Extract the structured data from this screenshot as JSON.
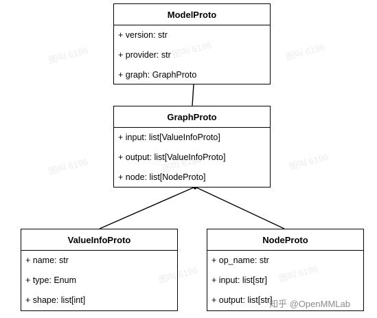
{
  "classes": {
    "model": {
      "name": "ModelProto",
      "attrs": [
        "+ version: str",
        "+ provider: str",
        "+ graph: GraphProto"
      ]
    },
    "graph": {
      "name": "GraphProto",
      "attrs": [
        "+ input: list[ValueInfoProto]",
        "+ output: list[ValueInfoProto]",
        "+ node: list[NodeProto]"
      ]
    },
    "valueinfo": {
      "name": "ValueInfoProto",
      "attrs": [
        "+ name: str",
        "+ type: Enum",
        "+ shape: list[int]"
      ]
    },
    "node": {
      "name": "NodeProto",
      "attrs": [
        "+ op_name: str",
        "+ input: list[str]",
        "+ output: list[str]"
      ]
    }
  },
  "relations": [
    {
      "from": "ModelProto",
      "to": "GraphProto",
      "type": "association"
    },
    {
      "from": "GraphProto",
      "to": "ValueInfoProto",
      "type": "composition"
    },
    {
      "from": "GraphProto",
      "to": "NodeProto",
      "type": "composition"
    }
  ],
  "watermark": "图叫 6196",
  "credit": "知乎 @OpenMMLab"
}
